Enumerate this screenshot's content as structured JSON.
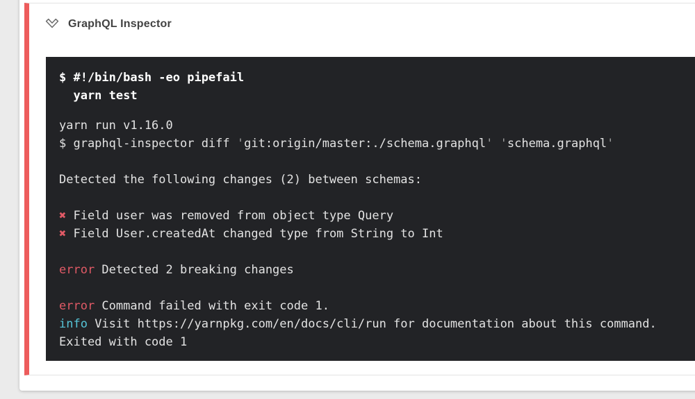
{
  "step": {
    "title": "GraphQL Inspector",
    "status": "failed",
    "expanded": true
  },
  "icons": {
    "header_icon": "chevron-down-icon"
  },
  "colors": {
    "page_bg": "#ebebeb",
    "panel_bg": "#ffffff",
    "accent_red": "#ed5c5c",
    "terminal_bg": "#222326",
    "terminal_text": "#e3e3e3",
    "terminal_bold": "#ffffff",
    "error_red": "#e05a66",
    "info_cyan": "#56c5d8",
    "dim_quote_gray": "#9b9b9b",
    "title_color": "#424242",
    "divider": "#e3e3e3"
  },
  "terminal": {
    "lines": [
      {
        "seg": [
          {
            "t": "$ #!/bin/bash -eo pipefail",
            "c": "cmd"
          }
        ]
      },
      {
        "seg": [
          {
            "t": "  yarn test",
            "c": "cmd"
          }
        ]
      },
      {
        "spacer": true,
        "seg": []
      },
      {
        "seg": [
          {
            "t": "yarn run v1.16.0"
          }
        ]
      },
      {
        "seg": [
          {
            "t": "$ graphql-inspector diff "
          },
          {
            "t": "'",
            "c": "dim"
          },
          {
            "t": "git:origin/master:./schema.graphql"
          },
          {
            "t": "'",
            "c": "dim"
          },
          {
            "t": " "
          },
          {
            "t": "'",
            "c": "dim"
          },
          {
            "t": "schema.graphql"
          },
          {
            "t": "'",
            "c": "dim"
          }
        ]
      },
      {
        "seg": []
      },
      {
        "seg": [
          {
            "t": "Detected the following changes (2) between schemas:"
          }
        ]
      },
      {
        "seg": []
      },
      {
        "seg": [
          {
            "t": "✖",
            "c": "err"
          },
          {
            "t": " Field user was removed from object type Query"
          }
        ]
      },
      {
        "seg": [
          {
            "t": "✖",
            "c": "err"
          },
          {
            "t": " Field User.createdAt changed type from String to Int"
          }
        ]
      },
      {
        "seg": []
      },
      {
        "seg": [
          {
            "t": "error",
            "c": "err"
          },
          {
            "t": " Detected 2 breaking changes"
          }
        ]
      },
      {
        "seg": []
      },
      {
        "seg": [
          {
            "t": "error",
            "c": "err"
          },
          {
            "t": " Command failed with exit code 1."
          }
        ]
      },
      {
        "seg": [
          {
            "t": "info",
            "c": "info"
          },
          {
            "t": " Visit https://yarnpkg.com/en/docs/cli/run for documentation about this command."
          }
        ]
      },
      {
        "seg": [
          {
            "t": "Exited with code 1"
          }
        ]
      }
    ]
  }
}
